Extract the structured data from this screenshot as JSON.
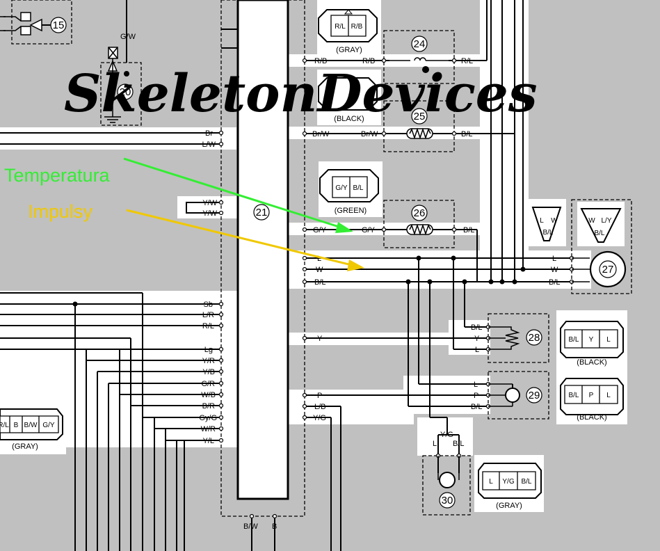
{
  "watermark": "SkeletonDevices",
  "annotations": {
    "temperature": {
      "text": "Temperatura",
      "color": "#33ee33"
    },
    "impulse": {
      "text": "Impulsy",
      "color": "#f0c800"
    }
  },
  "components": {
    "c15": "15",
    "c20": "20",
    "c21": "21",
    "c24": "24",
    "c25": "25",
    "c26": "26",
    "c27": "27",
    "c28": "28",
    "c29": "29",
    "c30": "30"
  },
  "wires_left": {
    "gw": "G/W",
    "br": "Br",
    "lw": "L/W",
    "yw1": "Y/W",
    "yw2": "Y/W",
    "sb": "Sb",
    "lr": "L/R",
    "rl": "R/L",
    "lg": "Lg",
    "yr": "Y/R",
    "yb": "Y/B",
    "gr": "G/R",
    "wb": "W/B",
    "bright": "B/R",
    "gyg": "Gy/G",
    "wr": "W/R",
    "yl": "Y/L"
  },
  "wires_bottom": {
    "bw": "B/W",
    "b": "B"
  },
  "wires_right": {
    "rb_a": "R/B",
    "rb_b": "R/B",
    "rl_24": "R/L",
    "brw_a": "Br/W",
    "brw_b": "Br/W",
    "bl_25": "B/L",
    "gy_a": "G/Y",
    "gy_b": "G/Y",
    "bl_26": "B/L",
    "l_main": "L",
    "w_main": "W",
    "bl_main": "B/L",
    "l_27": "L",
    "w_27": "W",
    "bl_27": "B/L",
    "y_main": "Y",
    "bl_28": "B/L",
    "y_28": "Y",
    "l_28": "L",
    "p_main": "P",
    "lb": "L/B",
    "yg": "Y/G",
    "l_29": "L",
    "p_29": "P",
    "bl_29": "B/L",
    "yg_30": "Y/G",
    "l_30": "L",
    "bl_30": "B/L"
  },
  "connectors": {
    "gray_top": {
      "caption": "(GRAY)",
      "pins": [
        "R/L",
        "R/B"
      ]
    },
    "black_25": {
      "caption": "(BLACK)"
    },
    "green_26": {
      "caption": "(GREEN)",
      "pins": [
        "G/Y",
        "B/L"
      ]
    },
    "tri_a": {
      "pins": [
        "L",
        "W",
        "B/L"
      ]
    },
    "tri_b": {
      "pins": [
        "W",
        "L/Y",
        "B/L"
      ]
    },
    "black_28": {
      "caption": "(BLACK)",
      "pins": [
        "B/L",
        "Y",
        "L"
      ]
    },
    "black_29": {
      "caption": "(BLACK)",
      "pins": [
        "B/L",
        "P",
        "L"
      ]
    },
    "gray_30": {
      "caption": "(GRAY)",
      "pins": [
        "L",
        "Y/G",
        "B/L"
      ]
    },
    "gray_left": {
      "caption": "(GRAY)",
      "pins": [
        "R/L",
        "B",
        "B/W",
        "G/Y"
      ]
    }
  }
}
